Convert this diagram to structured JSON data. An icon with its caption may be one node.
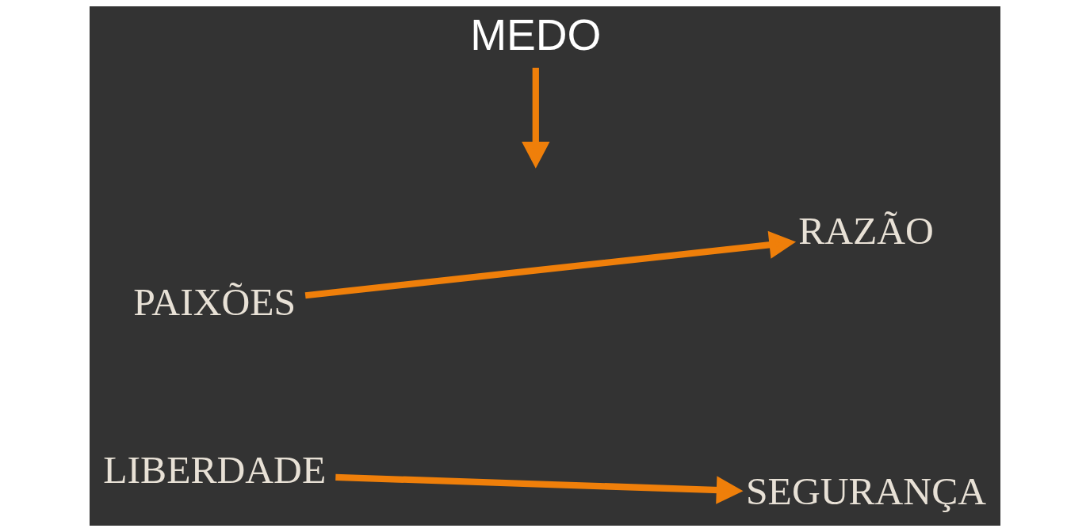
{
  "diagram": {
    "nodes": [
      {
        "text": [
          "MEDO"
        ]
      },
      {
        "text": [
          "PAIXÕES"
        ]
      },
      {
        "text": [
          "RAZÃO"
        ]
      },
      {
        "text": [
          "LIBERDADE"
        ]
      },
      {
        "text": [
          "SEGURANÇA"
        ]
      }
    ],
    "edges": [
      {
        "from": 0,
        "to": null,
        "arrow": "to"
      },
      {
        "from": 1,
        "to": 2,
        "arrow": "to"
      },
      {
        "from": 3,
        "to": 4,
        "arrow": "to"
      }
    ]
  }
}
